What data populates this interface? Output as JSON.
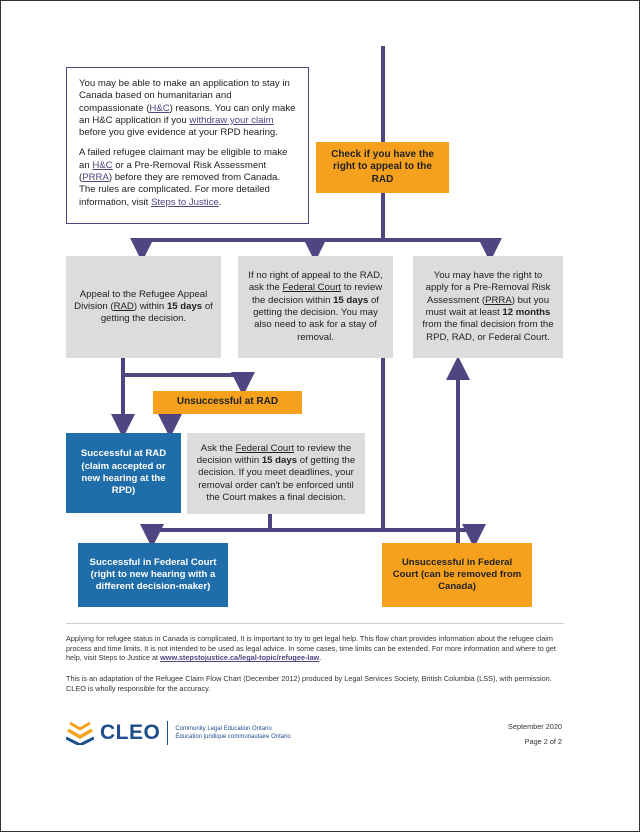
{
  "info_box": {
    "p1_a": "You may be able to make an application to stay in Canada based on humanitarian and compassionate (",
    "p1_link1": "H&C",
    "p1_b": ") reasons. You can only make an H&C application if you ",
    "p1_link2": "withdraw your claim",
    "p1_c": " before you give evidence at your RPD hearing.",
    "p2_a": "A failed refugee claimant may be eligible to make an ",
    "p2_link1": "H&C",
    "p2_b": " or a Pre-Removal Risk Assessment (",
    "p2_link2": "PRRA",
    "p2_c": ") before they are removed from Canada. The rules are complicated. For more detailed information, visit ",
    "p2_link3": "Steps to Justice",
    "p2_d": "."
  },
  "check_appeal": "Check if you have the right to appeal to the RAD",
  "appeal_rad": {
    "a": "Appeal to the Refugee Appeal Division (",
    "link": "RAD",
    "b": ") within ",
    "bold": "15 days",
    "c": " of getting the decision."
  },
  "no_right": {
    "a": "If no right of appeal to the RAD, ask the ",
    "link": "Federal Court",
    "b": " to review the decision within ",
    "bold": "15 days",
    "c": " of getting the decision. You may also need to ask for a stay of removal."
  },
  "prra": {
    "a": "You may have the right to apply for a Pre-Removal Risk Assessment (",
    "link": "PRRA",
    "b": ") but you must wait at least ",
    "bold": "12 months",
    "c": " from the final decision from the RPD, RAD, or Federal Court."
  },
  "unsuccessful_rad": "Unsuccessful at RAD",
  "successful_rad": "Successful at RAD (claim accepted or new hearing at the RPD)",
  "ask_fc": {
    "a": "Ask the ",
    "link": "Federal Court",
    "b": " to review the decision within ",
    "bold": "15 days",
    "c": " of getting the decision. If you meet deadlines, your removal order can't be enforced until the Court makes a final decision."
  },
  "successful_fc": "Successful in Federal Court (right to new hearing with a different decision-maker)",
  "unsuccessful_fc": "Unsuccessful in Federal Court (can be removed from Canada)",
  "footer": {
    "p1": "Applying for refugee status in Canada is complicated. It is important to try to get legal help. This flow chart provides information about the refugee claim process and time limits. It is not intended to be used as legal advice. In some cases, time limits can be extended. For more information and where to get help, visit Steps to Justice at ",
    "url": "www.stepstojustice.ca/legal-topic/refugee-law",
    "p1_end": ".",
    "p2": "This is an adaptation of the Refugee Claim Flow Chart (December 2012) produced by Legal Services Society, British Columbia (LSS), with permission. CLEO is wholly responsible for the accuracy."
  },
  "logo": {
    "word": "CLEO",
    "sub_en": "Community Legal Education Ontario",
    "sub_fr": "Éducation juridique communautaire Ontario"
  },
  "date": "September 2020",
  "page": "Page 2 of 2",
  "colors": {
    "line": "#4e4581",
    "orange": "#f5a11e",
    "blue": "#1f6eaa",
    "grey": "#dcdcdc"
  }
}
